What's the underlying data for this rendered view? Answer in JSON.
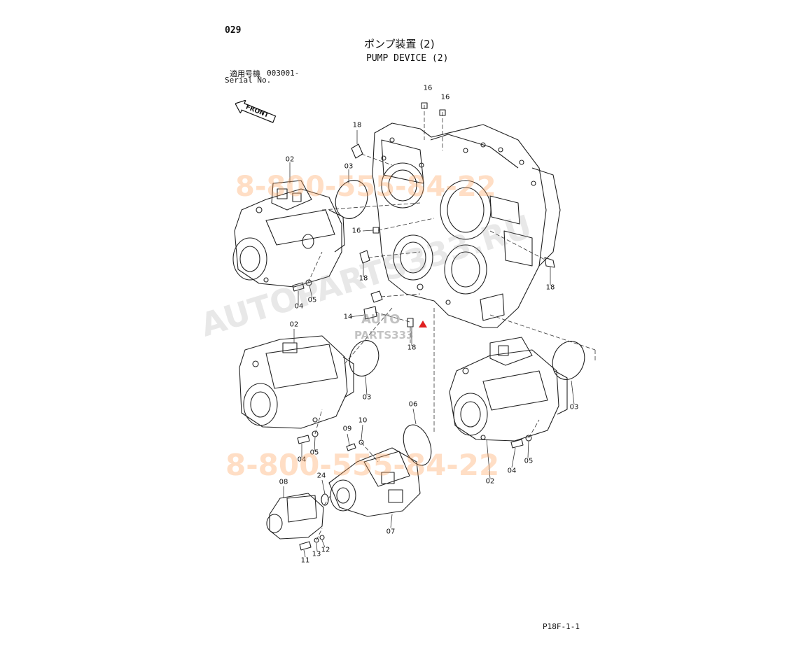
{
  "header": {
    "page_number": "029",
    "title_jp": "ポンプ装置 (2)",
    "title_en": "PUMP DEVICE (2)",
    "serial_label_jp": "適用号機",
    "serial_value": "003001-",
    "serial_label_en": "Serial No."
  },
  "front_arrow_label": "FRONT",
  "footer": {
    "code": "P18F-1-1"
  },
  "watermarks": {
    "phone_1": "8-800-555-84-22",
    "phone_2": "8-800-555-84-22",
    "site": "AUTOPARTS333.RU",
    "logo_line1": "AUTO",
    "logo_line2": "PARTS333"
  },
  "part_numbers": {
    "p16_a": "16",
    "p16_b": "16",
    "p16_c": "16",
    "p18_a": "18",
    "p18_b": "18",
    "p18_c": "18",
    "p18_d": "18",
    "p14": "14",
    "p02_a": "02",
    "p02_b": "02",
    "p02_c": "02",
    "p03_a": "03",
    "p03_b": "03",
    "p03_c": "03",
    "p04_a": "04",
    "p04_b": "04",
    "p04_c": "04",
    "p05_a": "05",
    "p05_b": "05",
    "p05_c": "05",
    "p06": "06",
    "p07": "07",
    "p08": "08",
    "p09": "09",
    "p10": "10",
    "p11": "11",
    "p12": "12",
    "p13": "13",
    "p24": "24"
  }
}
